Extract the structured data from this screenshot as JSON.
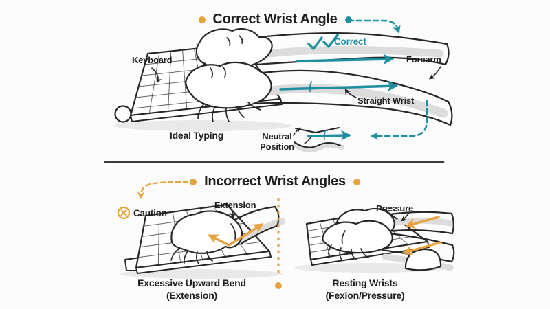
{
  "colors": {
    "teal_accent": "#1e8fa0",
    "orange_accent": "#e8a33e",
    "line_ink": "#262626",
    "shadow_gray": "#dcdcdc",
    "background": "#fdfcfc"
  },
  "sections": {
    "correct": {
      "title": "Correct Wrist Angle",
      "labels": {
        "keyboard": "Keyboard",
        "correct": "Correct",
        "forearm": "Forearm",
        "straight_wrist": "Straight Wrist",
        "ideal_typing": "Ideal Typing",
        "neutral_position": "Neutral Position"
      }
    },
    "incorrect": {
      "title": "Incorrect Wrist Angles",
      "labels": {
        "caution": "Caution",
        "extension": "Extension",
        "pressure": "Pressure"
      },
      "captions": {
        "left_line1": "Excessive Upward Bend",
        "left_line2": "(Extension)",
        "right_line1": "Resting Wrists",
        "right_line2": "(Fexion/Pressure)"
      }
    }
  }
}
